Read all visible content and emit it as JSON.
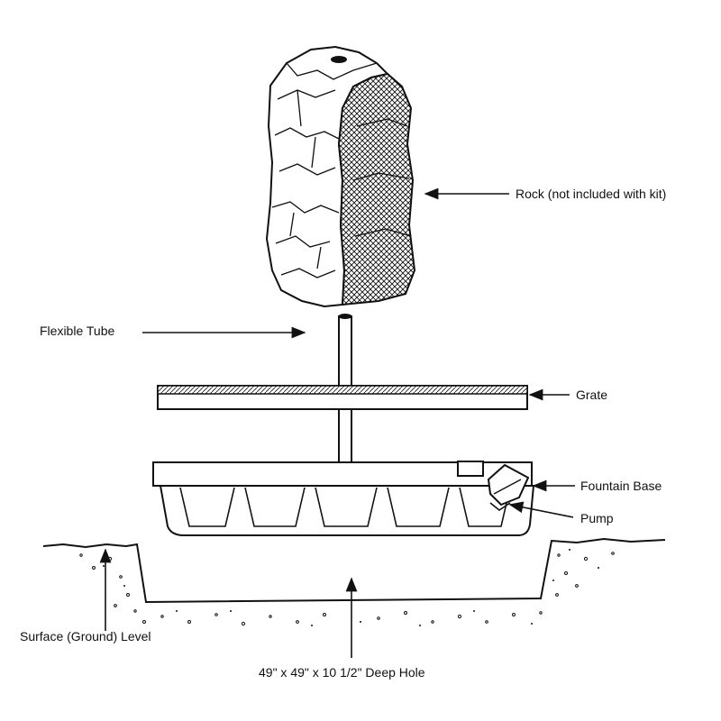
{
  "labels": {
    "rock": "Rock (not included with kit)",
    "flexible_tube": "Flexible Tube",
    "grate": "Grate",
    "fountain_base": "Fountain Base",
    "pump": "Pump",
    "surface_level": "Surface (Ground) Level",
    "hole": "49\" x 49\" x 10 1/2\" Deep Hole"
  },
  "colors": {
    "ink": "#111111",
    "background": "#ffffff"
  }
}
